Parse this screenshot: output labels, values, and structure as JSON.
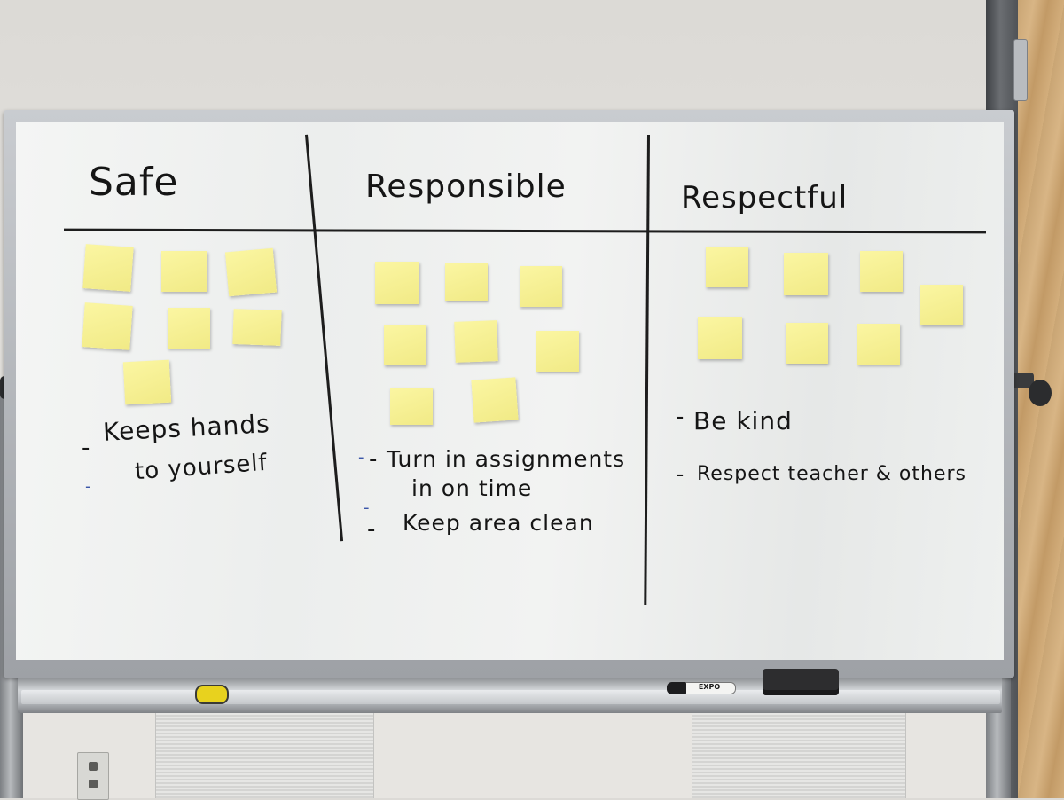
{
  "board": {
    "columns": [
      {
        "heading": "Safe",
        "items": [
          {
            "dash": "-",
            "text": "Keeps hands"
          },
          {
            "dash": "",
            "text": "to yourself"
          }
        ]
      },
      {
        "heading": "Responsible",
        "items": [
          {
            "dash": "-",
            "text": "Turn in assignments"
          },
          {
            "dash": "",
            "text": "in on time"
          },
          {
            "dash": "-",
            "text": "Keep area clean"
          }
        ]
      },
      {
        "heading": "Respectful",
        "items": [
          {
            "dash": "-",
            "text": "Be kind"
          },
          {
            "dash": "-",
            "text": "Respect teacher & others"
          }
        ]
      }
    ]
  },
  "tray": {
    "marker_brand": "EXPO"
  },
  "colors": {
    "sticky": "#f6ef92",
    "board": "#f0f1f0",
    "ink": "#151515"
  }
}
